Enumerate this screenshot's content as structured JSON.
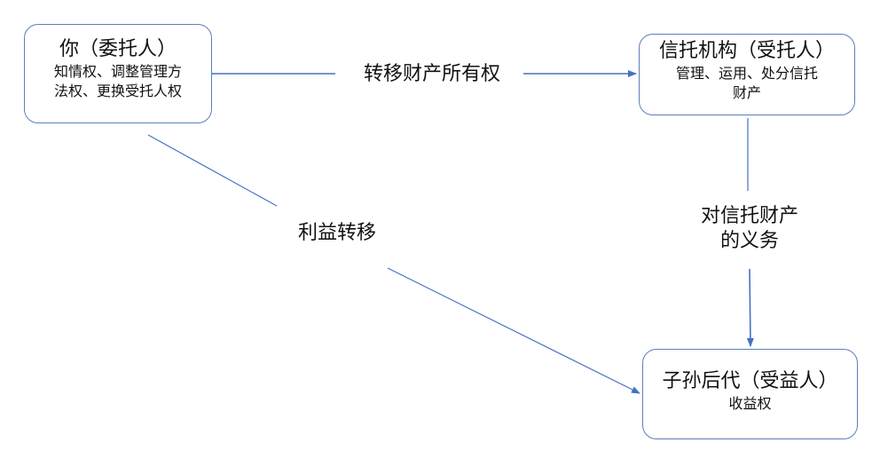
{
  "nodes": {
    "settlor": {
      "title": "你（委托人）",
      "desc_line1": "知情权、调整管理方",
      "desc_line2": "法权、更换受托人权"
    },
    "trustee": {
      "title": "信托机构（受托人）",
      "desc_line1": "管理、运用、处分信托",
      "desc_line2": "财产"
    },
    "beneficiary": {
      "title": "子孙后代（受益人）",
      "desc_line1": "收益权"
    }
  },
  "edges": {
    "transfer_ownership": "转移财产所有权",
    "benefit_transfer": "利益转移",
    "trust_duty_line1": "对信托财产",
    "trust_duty_line2": "的义务"
  },
  "colors": {
    "line": "#4472c4",
    "border": "#5b7fbd"
  }
}
